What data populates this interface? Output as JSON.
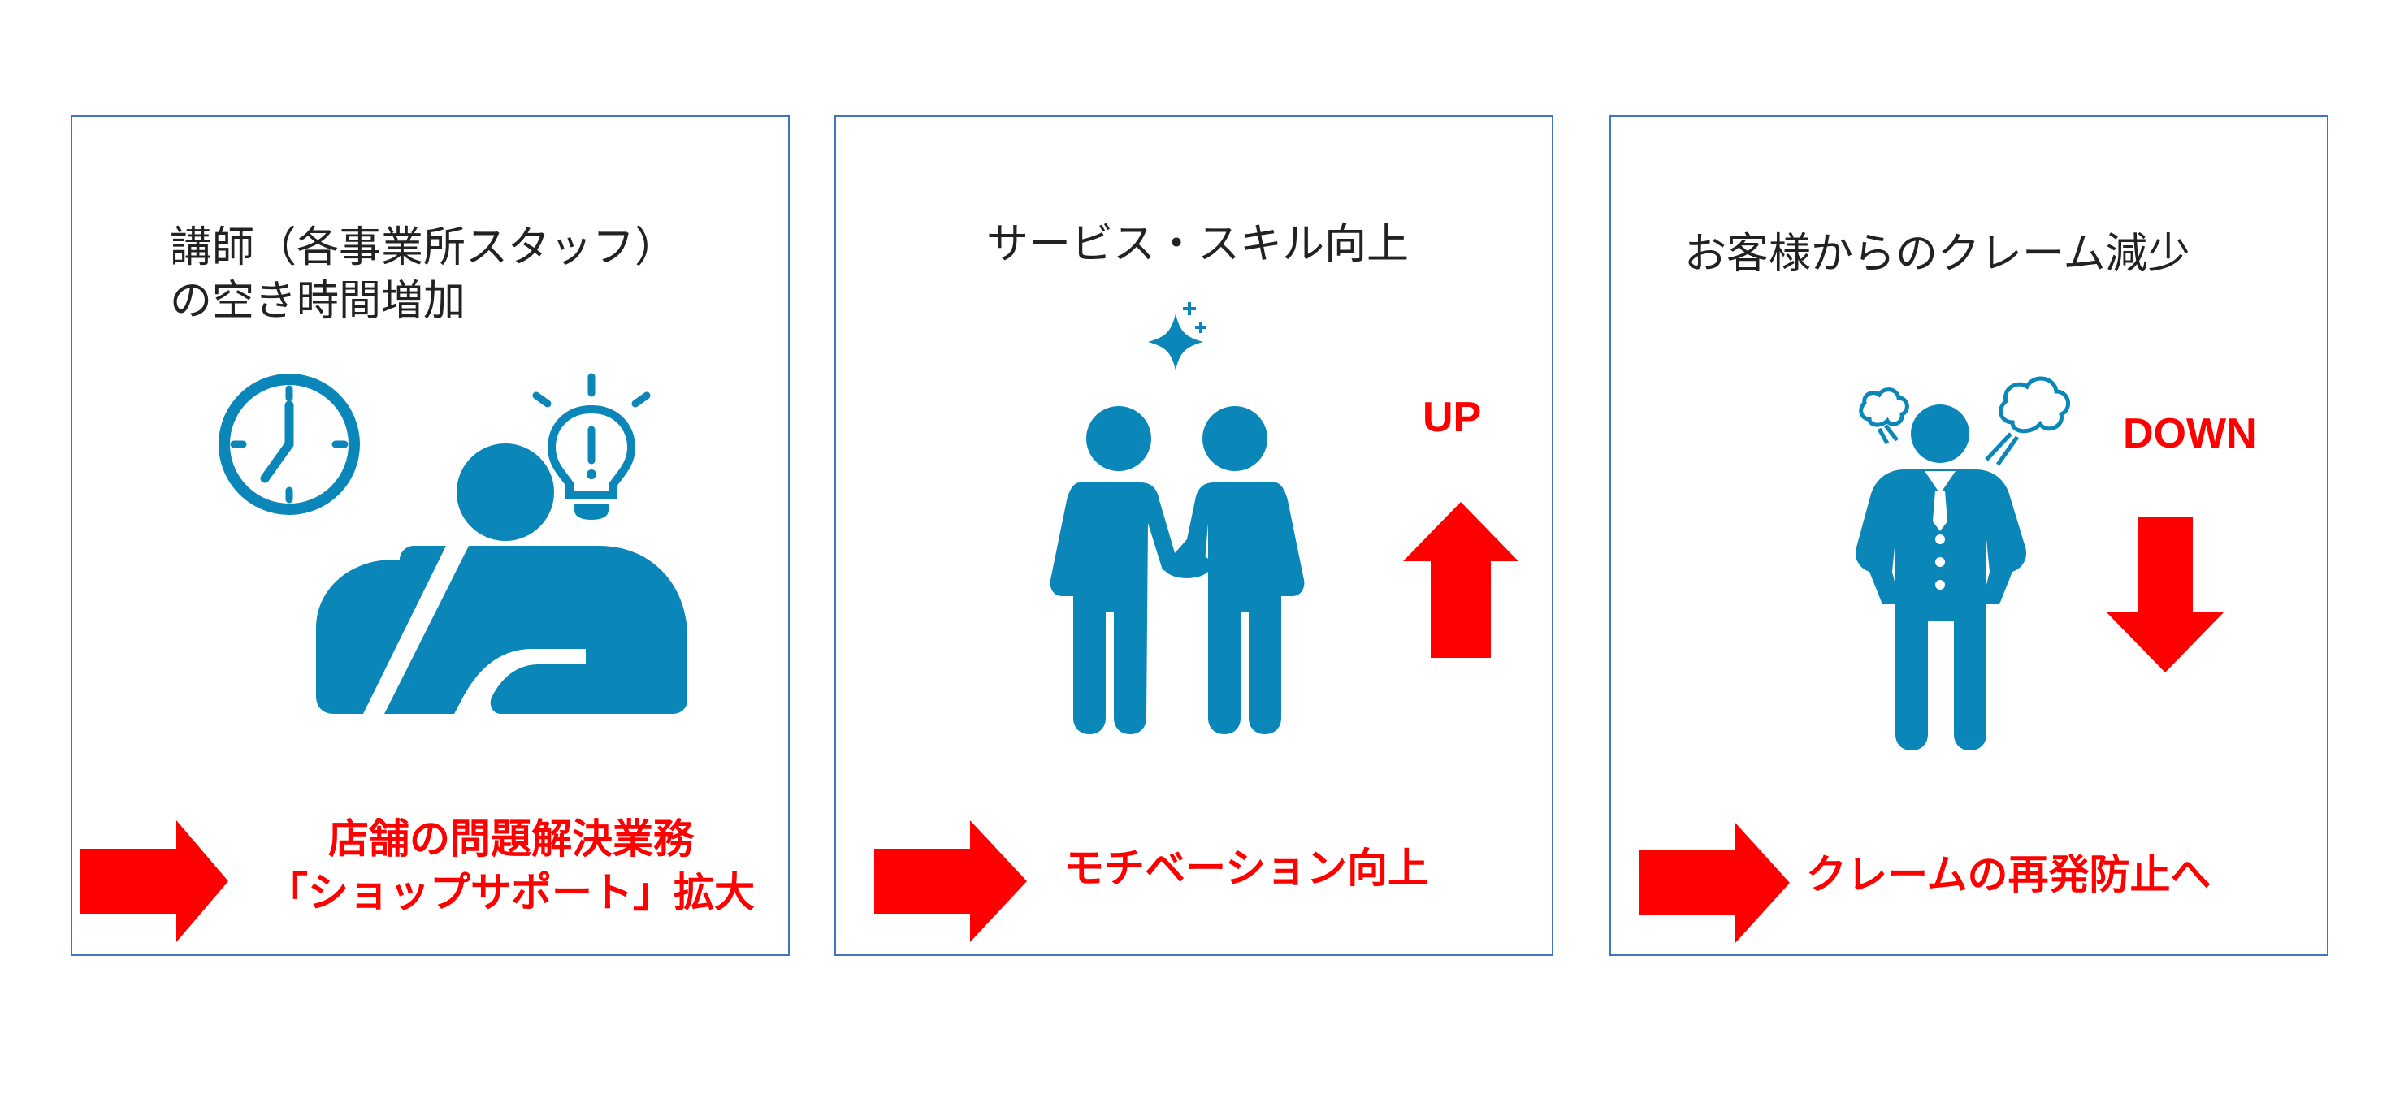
{
  "colors": {
    "border": "#4472c4",
    "icon": "#0a86b8",
    "accent": "#ff0000",
    "text": "#222222"
  },
  "panels": [
    {
      "title": "講師（各事業所スタッフ）\nの空き時間増加",
      "icon": "clock-and-thinking-person-icon",
      "result": "店舗の問題解決業務\n「ショップサポート」拡大"
    },
    {
      "title": "サービス・スキル向上",
      "icon": "handshake-icon",
      "indicator": "UP",
      "result": "モチベーション向上"
    },
    {
      "title": "お客様からのクレーム減少",
      "icon": "angry-person-icon",
      "indicator": "DOWN",
      "result": "クレームの再発防止へ"
    }
  ]
}
